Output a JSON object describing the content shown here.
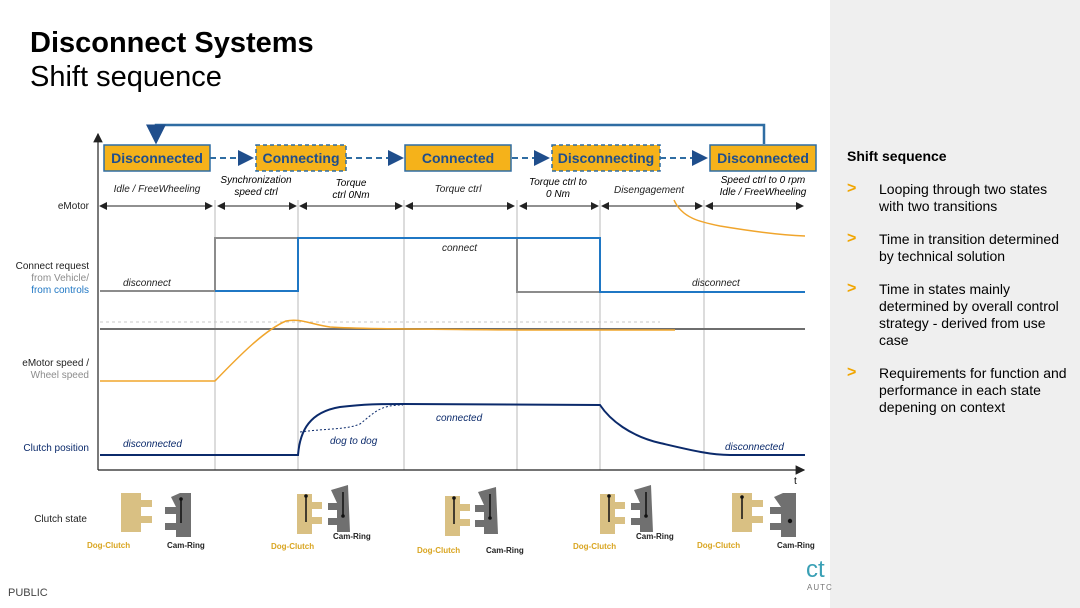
{
  "header": {
    "title": "Disconnect Systems",
    "subtitle": "Shift sequence"
  },
  "states": [
    {
      "label": "Disconnected",
      "dashed": false
    },
    {
      "label": "Connecting",
      "dashed": true
    },
    {
      "label": "Connected",
      "dashed": false
    },
    {
      "label": "Disconnecting",
      "dashed": true
    },
    {
      "label": "Disconnected",
      "dashed": false
    }
  ],
  "phase_labels": [
    "Idle / FreeWheeling",
    "Synchronization speed ctrl",
    "Torque ctrl 0Nm",
    "Torque ctrl",
    "Torque ctrl to 0 Nm",
    "Disengagement",
    "Speed ctrl to 0 rpm Idle / FreeWheeling"
  ],
  "row_labels": {
    "emotor": "eMotor",
    "connect_request": "Connect request",
    "from_vehicle": "from Vehicle/",
    "from_controls": "from controls",
    "emotor_speed": "eMotor speed /",
    "wheel_speed": "Wheel speed",
    "clutch_position": "Clutch position",
    "clutch_state": "Clutch state"
  },
  "signal_labels": {
    "disconnect_left": "disconnect",
    "connect": "connect",
    "disconnect_right": "disconnect",
    "disconnected_left": "disconnected",
    "dog_to_dog": "dog to dog",
    "connected": "connected",
    "disconnected_right": "disconnected"
  },
  "axis": {
    "t_label": "t"
  },
  "clutch_icons": {
    "dog_clutch": "Dog-Clutch",
    "cam_ring": "Cam-Ring"
  },
  "colors": {
    "state_box": "#f5b21a",
    "state_border": "#2f6da3",
    "state_text": "#1f4e8c",
    "vehicle_request": "#8c8c8c",
    "controls_request": "#1f77c4",
    "emotor_speed": "#f0a52c",
    "wheel_speed": "#6e6e6e",
    "clutch_position": "#0b2a6b",
    "dog_clutch": "#d9c083",
    "cam_ring": "#707070",
    "accent": "#f0a500"
  },
  "side_panel": {
    "title": "Shift sequence",
    "bullets": [
      "Looping through two states with two transitions",
      "Time in transition determined by technical solution",
      "Time in states mainly determined by overall control strategy - derived from use case",
      "Requirements for function and performance in each state depening on context"
    ]
  },
  "footer": {
    "classification": "PUBLIC",
    "logo": "ct",
    "logo_sub": "AUTC"
  }
}
